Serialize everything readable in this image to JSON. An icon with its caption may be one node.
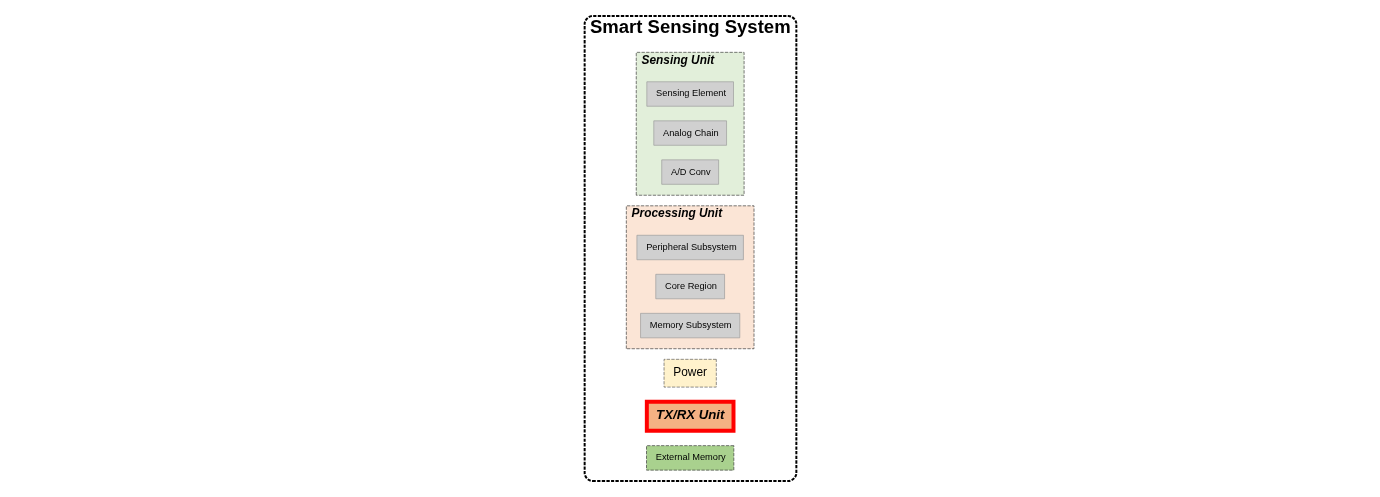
{
  "diagram": {
    "nodes": [
      {
        "text": [
          "Smart Sensing System"
        ]
      },
      {
        "text": [
          "Power"
        ],
        "in": 0
      },
      {
        "text": [
          "Sensing Unit"
        ],
        "in": 0
      },
      {
        "text": [
          "Sensing Element"
        ],
        "in": 2
      },
      {
        "text": [
          "Analog Chain"
        ],
        "in": 2
      },
      {
        "text": [
          "A/D Conv"
        ],
        "in": 2
      },
      {
        "text": [
          "Processing Unit"
        ],
        "in": 0
      },
      {
        "text": [
          "Peripheral Subsystem"
        ],
        "in": 6
      },
      {
        "text": [
          "Core Region"
        ],
        "in": 6
      },
      {
        "text": [
          "Memory Subsystem"
        ],
        "in": 6
      },
      {
        "text": [
          "TX/RX Unit"
        ],
        "in": 0
      },
      {
        "text": [
          "External Memory"
        ],
        "in": 0
      }
    ]
  }
}
